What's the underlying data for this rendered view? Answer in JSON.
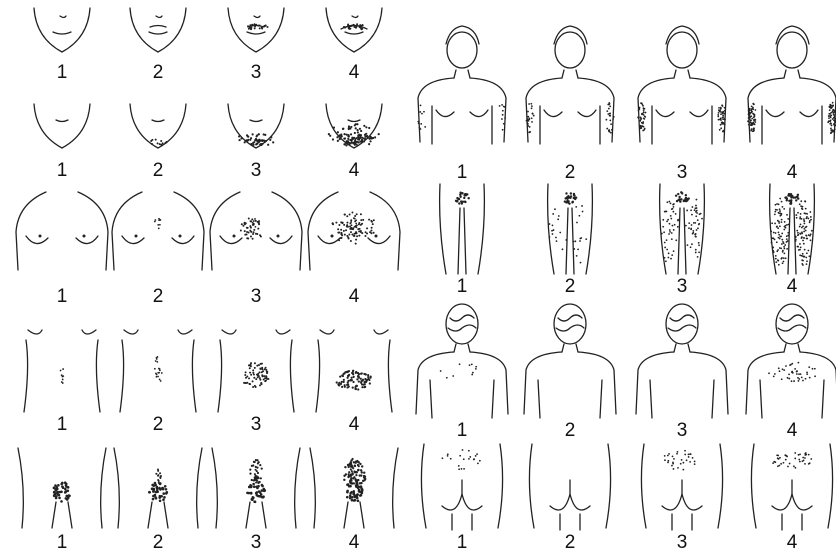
{
  "figure": {
    "left_panel": {
      "rows": [
        {
          "region": "upper-lip",
          "grades": [
            "1",
            "2",
            "3",
            "4"
          ]
        },
        {
          "region": "chin",
          "grades": [
            "1",
            "2",
            "3",
            "4"
          ]
        },
        {
          "region": "chest",
          "grades": [
            "1",
            "2",
            "3",
            "4"
          ]
        },
        {
          "region": "upper-abdomen",
          "grades": [
            "1",
            "2",
            "3",
            "4"
          ]
        },
        {
          "region": "lower-abdomen",
          "grades": [
            "1",
            "2",
            "3",
            "4"
          ]
        }
      ]
    },
    "right_panel": {
      "rows": [
        {
          "region": "upper-arm",
          "grades": [
            "1",
            "2",
            "3",
            "4"
          ]
        },
        {
          "region": "thigh",
          "grades": [
            "1",
            "2",
            "3",
            "4"
          ]
        },
        {
          "region": "upper-back",
          "grades": [
            "1",
            "2",
            "3",
            "4"
          ]
        },
        {
          "region": "lower-back",
          "grades": [
            "1",
            "2",
            "3",
            "4"
          ]
        }
      ]
    },
    "ink_color": "#222222",
    "background_color": "#ffffff"
  }
}
